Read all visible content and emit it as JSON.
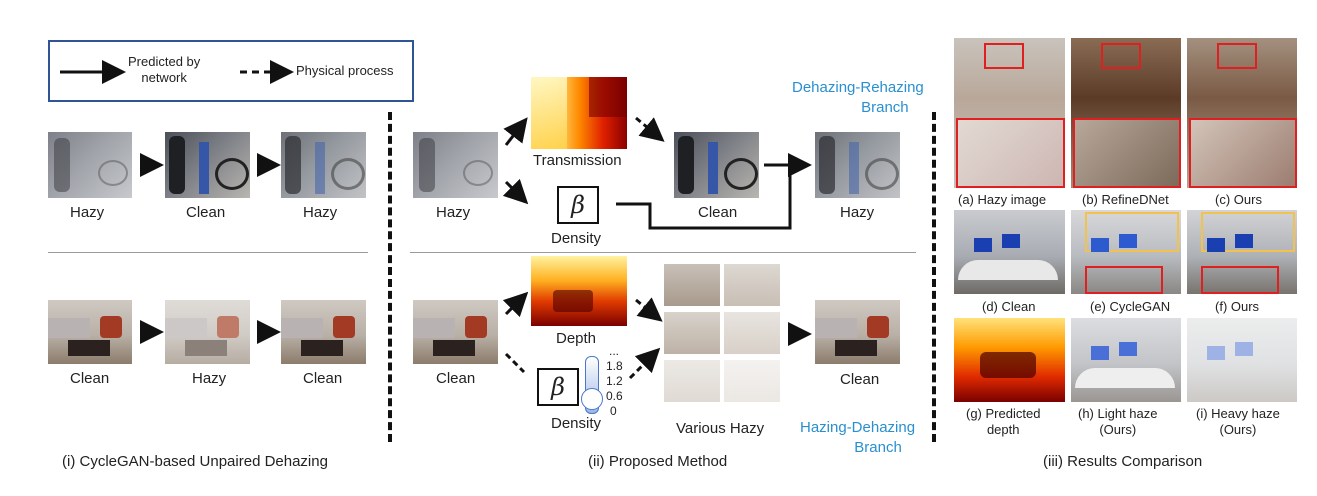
{
  "legend": {
    "solid_label": "Predicted by network",
    "solid_label_line1": "Predicted by",
    "solid_label_line2": "network",
    "dashed_label": "Physical process"
  },
  "panel1": {
    "row1": [
      "Hazy",
      "Clean",
      "Hazy"
    ],
    "row2": [
      "Clean",
      "Hazy",
      "Clean"
    ],
    "caption": "(i) CycleGAN-based Unpaired Dehazing"
  },
  "panel2": {
    "top_input": "Hazy",
    "transmission": "Transmission",
    "beta": "β",
    "density_top": "Density",
    "clean_top": "Clean",
    "hazy_out": "Hazy",
    "branch_top_line1": "Dehazing-Rehazing",
    "branch_top_line2": "Branch",
    "bottom_input": "Clean",
    "depth": "Depth",
    "density_bottom": "Density",
    "slider_ticks": [
      "...",
      "1.8",
      "1.2",
      "0.6",
      "0"
    ],
    "various_hazy": "Various Hazy",
    "clean_bottom": "Clean",
    "branch_bottom_line1": "Hazing-Dehazing",
    "branch_bottom_line2": "Branch",
    "caption": "(ii) Proposed Method"
  },
  "panel3": {
    "row1": [
      "(a) Hazy image",
      "(b) RefineDNet",
      "(c) Ours"
    ],
    "row2": [
      "(d) Clean",
      "(e) CycleGAN",
      "(f) Ours"
    ],
    "row3": [
      {
        "line1": "(g) Predicted",
        "line2": "depth"
      },
      {
        "line1": "(h) Light haze",
        "line2": "(Ours)"
      },
      {
        "line1": "(i) Heavy haze",
        "line2": "(Ours)"
      }
    ],
    "caption": "(iii) Results Comparison"
  },
  "colors": {
    "legend_border": "#2f5597",
    "branch_text": "#2a8fd0",
    "zoom_box_red": "#e02020",
    "zoom_box_yellow": "#f2c14e",
    "slider": "#4a78c8"
  }
}
